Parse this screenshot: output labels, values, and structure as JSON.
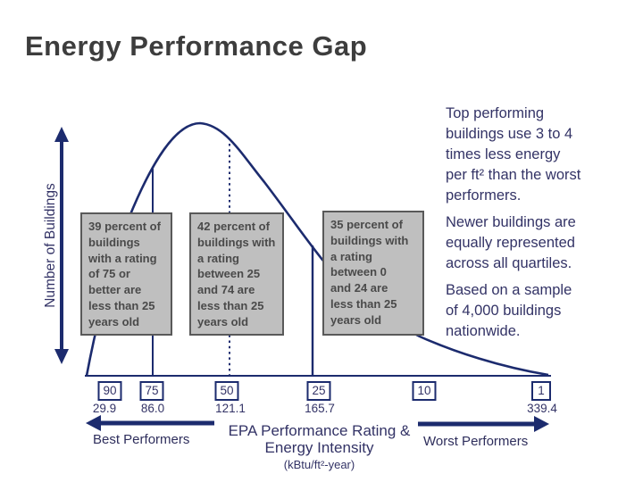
{
  "slide": {
    "title": "Energy Performance Gap"
  },
  "colors": {
    "navy_stroke": "#1C2B6E",
    "navy_text": "#333366",
    "title_gray": "#3D3D3D",
    "annotation_box_fill": "#BFBFBF",
    "annotation_box_border": "#595959",
    "annotation_box_text": "#4A4A4A",
    "background": "#FFFFFF"
  },
  "y_axis_label": "Number of Buildings",
  "annotation_boxes": [
    "39 percent of\nbuildings\nwith a rating\nof 75 or\nbetter are\nless than 25\nyears old",
    "42 percent of\nbuildings with\na rating\nbetween 25\nand 74 are\nless than 25\nyears old",
    "35 percent of\nbuildings with\na rating\nbetween 0\nand 24 are\nless than 25\nyears old"
  ],
  "side_notes": [
    "Top performing\nbuildings use 3 to 4\ntimes less energy\nper ft² than the worst\nperformers.",
    "Newer buildings are\nequally represented\nacross all quartiles.",
    "Based on a sample\nof 4,000 buildings\nnationwide."
  ],
  "x_axis": {
    "rating_ticks": [
      "90",
      "75",
      "50",
      "25",
      "10",
      "1"
    ],
    "intensity_ticks": [
      "29.9",
      "86.0",
      "121.1",
      "165.7",
      "339.4"
    ],
    "left_arrow_label": "Best Performers",
    "right_arrow_label": "Worst Performers",
    "title_line1": "EPA Performance Rating &",
    "title_line2": "Energy Intensity",
    "unit_label": "(kBtu/ft²-year)"
  },
  "chart_data": {
    "type": "area",
    "title": "Energy Performance Gap",
    "xlabel": "EPA Performance Rating & Energy Intensity (kBtu/ft²-year)",
    "ylabel": "Number of Buildings",
    "grid": false,
    "legend_position": "none",
    "distribution_shape": "right-skewed bell curve peaking between EPA rating 75 and 50",
    "x_axis_dual_scale": [
      {
        "epa_rating": 90,
        "energy_intensity": 29.9
      },
      {
        "epa_rating": 75,
        "energy_intensity": 86.0
      },
      {
        "epa_rating": 50,
        "energy_intensity": 121.1
      },
      {
        "epa_rating": 25,
        "energy_intensity": 165.7
      },
      {
        "epa_rating": 10,
        "energy_intensity": null
      },
      {
        "epa_rating": 1,
        "energy_intensity": 339.4
      }
    ],
    "curve_points_relative": [
      {
        "x": 0.0,
        "h": 0.0
      },
      {
        "x": 0.1,
        "h": 0.66
      },
      {
        "x": 0.15,
        "h": 0.82
      },
      {
        "x": 0.24,
        "h": 1.0
      },
      {
        "x": 0.31,
        "h": 0.91
      },
      {
        "x": 0.39,
        "h": 0.77
      },
      {
        "x": 0.49,
        "h": 0.52
      },
      {
        "x": 0.62,
        "h": 0.29
      },
      {
        "x": 0.72,
        "h": 0.16
      },
      {
        "x": 0.87,
        "h": 0.06
      },
      {
        "x": 1.0,
        "h": 0.0
      }
    ],
    "vertical_markers": [
      {
        "at_epa_rating": 75,
        "style": "solid"
      },
      {
        "at_epa_rating": 50,
        "style": "dotted"
      },
      {
        "at_epa_rating": 25,
        "style": "solid"
      }
    ]
  }
}
